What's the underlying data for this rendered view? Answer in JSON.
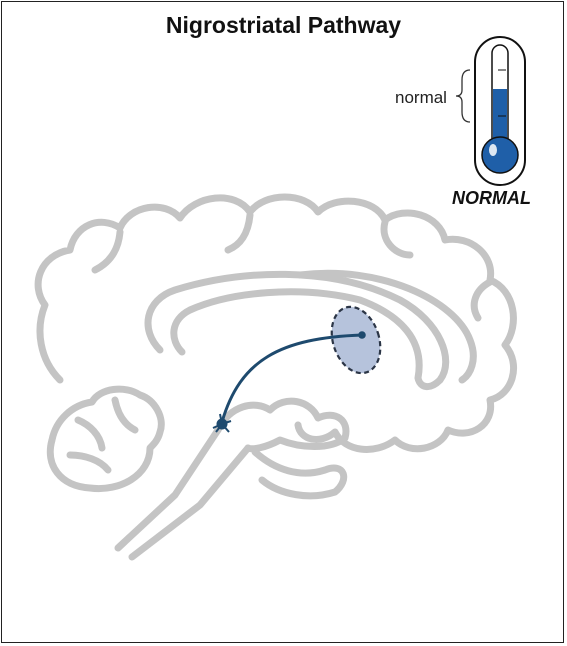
{
  "diagram": {
    "title": "Nigrostriatal Pathway",
    "thermometer": {
      "range_label": "normal",
      "status_label": "NORMAL",
      "fill_level": 0.6,
      "fill_color": "#1f5fa8"
    },
    "colors": {
      "brain_outline": "#c4c4c4",
      "pathway": "#1e4a6e",
      "striatum_fill": "#b6c3dc",
      "striatum_border": "#2b3546"
    }
  }
}
